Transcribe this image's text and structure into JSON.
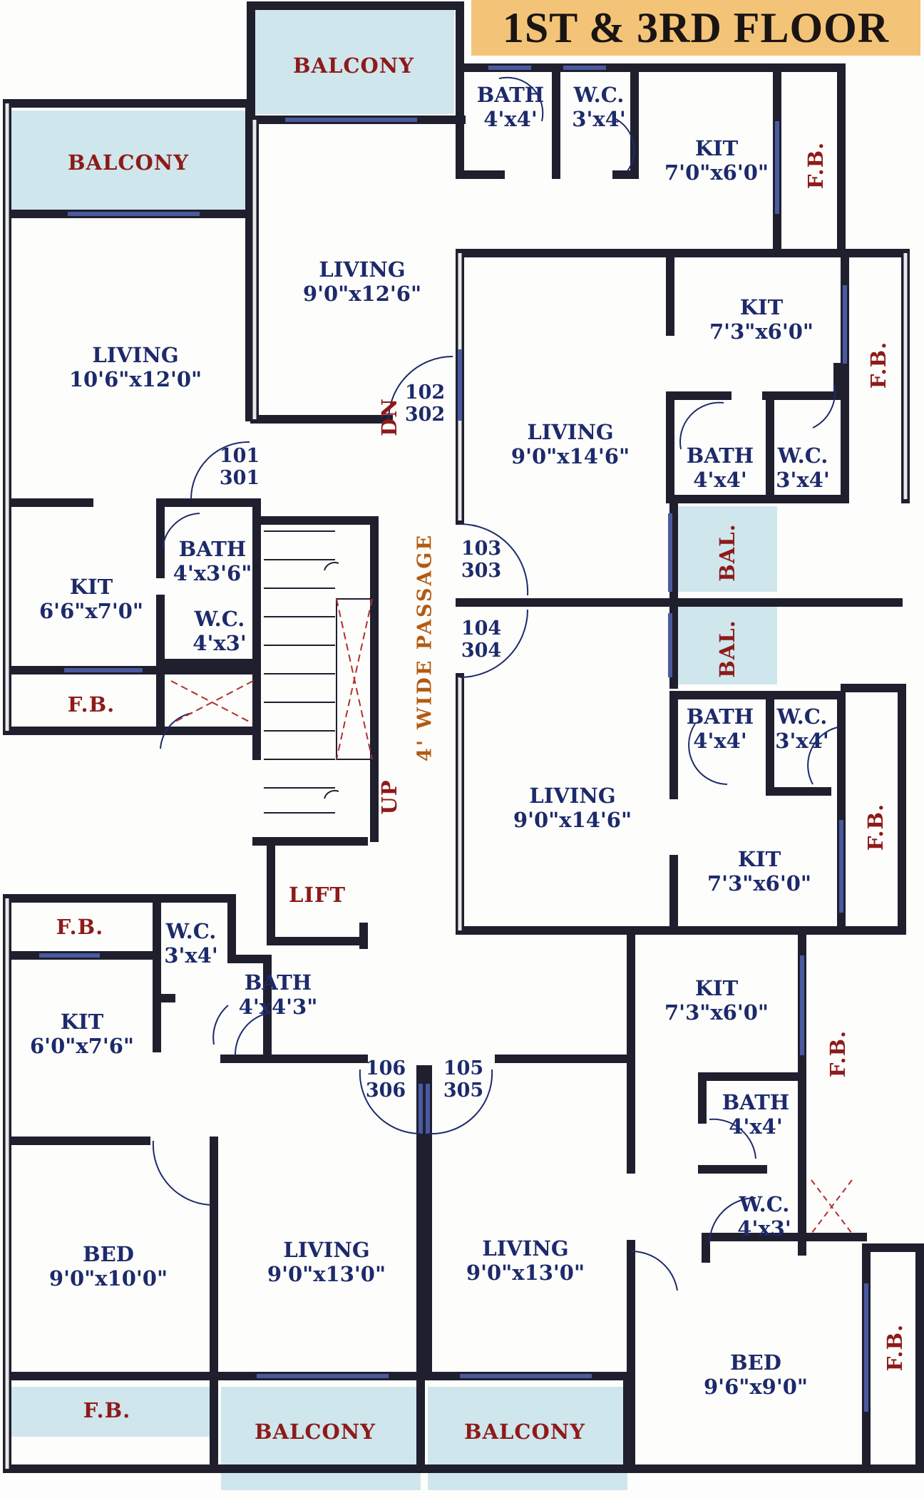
{
  "title": "1ST & 3RD FLOOR",
  "rooms": {
    "balcony_top": "BALCONY",
    "balcony_left": "BALCONY",
    "bath_top": {
      "name": "BATH",
      "dim": "4'x4'"
    },
    "wc_top": {
      "name": "W.C.",
      "dim": "3'x4'"
    },
    "kit_top": {
      "name": "KIT",
      "dim": "7'0\"x6'0\""
    },
    "fb_top": "F.B.",
    "living_102": {
      "name": "LIVING",
      "dim": "9'0\"x12'6\""
    },
    "living_101": {
      "name": "LIVING",
      "dim": "10'6\"x12'0\""
    },
    "kit_103": {
      "name": "KIT",
      "dim": "7'3\"x6'0\""
    },
    "fb_103": "F.B.",
    "living_103": {
      "name": "LIVING",
      "dim": "9'0\"x14'6\""
    },
    "bath_103": {
      "name": "BATH",
      "dim": "4'x4'"
    },
    "wc_103": {
      "name": "W.C.",
      "dim": "3'x4'"
    },
    "bal_1": "BAL.",
    "bal_2": "BAL.",
    "bath_101": {
      "name": "BATH",
      "dim": "4'x3'6\""
    },
    "kit_101": {
      "name": "KIT",
      "dim": "6'6\"x7'0\""
    },
    "wc_101": {
      "name": "W.C.",
      "dim": "4'x3'"
    },
    "fb_101": "F.B.",
    "bath_104": {
      "name": "BATH",
      "dim": "4'x4'"
    },
    "wc_104": {
      "name": "W.C.",
      "dim": "3'x4'"
    },
    "living_104": {
      "name": "LIVING",
      "dim": "9'0\"x14'6\""
    },
    "kit_104": {
      "name": "KIT",
      "dim": "7'3\"x6'0\""
    },
    "fb_104": "F.B.",
    "lift": "LIFT",
    "fb_106": "F.B.",
    "wc_106": {
      "name": "W.C.",
      "dim": "3'x4'"
    },
    "bath_106": {
      "name": "BATH",
      "dim": "4'x4'3\""
    },
    "kit_106": {
      "name": "KIT",
      "dim": "6'0\"x7'6\""
    },
    "kit_105": {
      "name": "KIT",
      "dim": "7'3\"x6'0\""
    },
    "fb_105": "F.B.",
    "bath_105": {
      "name": "BATH",
      "dim": "4'x4'"
    },
    "wc_105": {
      "name": "W.C.",
      "dim": "4'x3'"
    },
    "bed_106": {
      "name": "BED",
      "dim": "9'0\"x10'0\""
    },
    "living_106": {
      "name": "LIVING",
      "dim": "9'0\"x13'0\""
    },
    "living_105": {
      "name": "LIVING",
      "dim": "9'0\"x13'0\""
    },
    "bed_105": {
      "name": "BED",
      "dim": "9'6\"x9'0\""
    },
    "fb_105b": "F.B.",
    "fb_106b": "F.B.",
    "balcony_106": "BALCONY",
    "balcony_105": "BALCONY"
  },
  "units": {
    "u102": [
      "102",
      "302"
    ],
    "u101": [
      "101",
      "301"
    ],
    "u103": [
      "103",
      "303"
    ],
    "u104": [
      "104",
      "304"
    ],
    "u106": [
      "106",
      "306"
    ],
    "u105": [
      "105",
      "305"
    ]
  },
  "stairs": {
    "dn": "DN",
    "up": "UP"
  },
  "passage": "4' WIDE PASSAGE",
  "colors": {
    "wall": "#1f1f2e",
    "wall_fill": "#ffffff",
    "balcony_fill": "#cfe6ec",
    "title_bg": "#f3c477",
    "room_label": "#1d2a6b",
    "red_label": "#8e1a1a",
    "passage_label": "#b25a12",
    "window": "#4a5aa0"
  }
}
